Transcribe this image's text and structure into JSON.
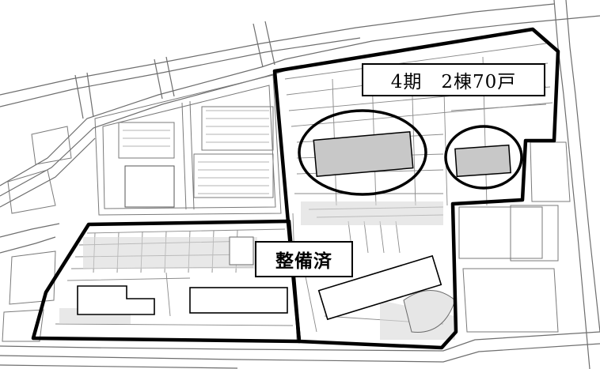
{
  "labels": {
    "phase4": "4期　2棟70戸",
    "completed": "整備済"
  },
  "colors": {
    "background": "#ffffff",
    "linework": "#7a7a7a",
    "boundary": "#000000",
    "new_building_fill": "#c8c8c8",
    "existing_building_fill": "#ffffff"
  },
  "features": {
    "phase4_new_buildings": 2,
    "completed_buildings": 3,
    "highlight_circles": 2
  }
}
